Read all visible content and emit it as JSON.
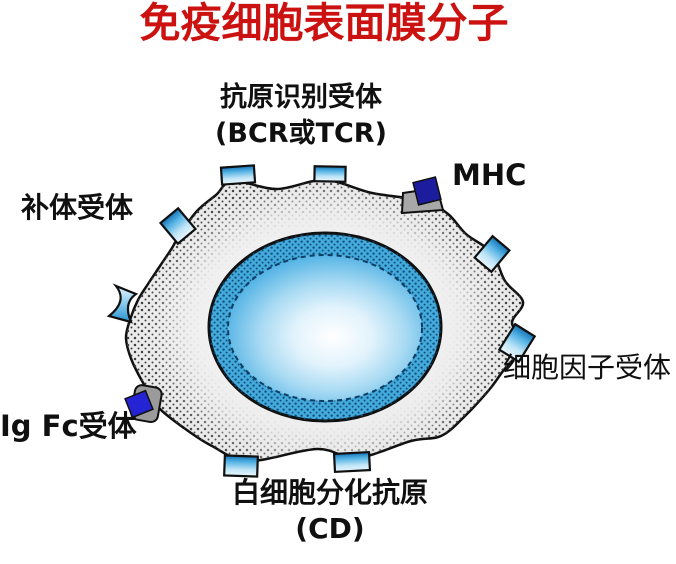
{
  "title": {
    "text": "免疫细胞表面膜分子",
    "color": "#cc1111"
  },
  "labels": {
    "antigen_receptor_line1": "抗原识别受体",
    "antigen_receptor_line2": "(BCR或TCR)",
    "mhc": "MHC",
    "complement_receptor": "补体受体",
    "cytokine_receptor": "细胞因子受体",
    "ig_fc_receptor": "Ig Fc受体",
    "cd_line1": "白细胞分化抗原",
    "cd_line2": "(CD)"
  },
  "colors": {
    "title_red": "#cc1111",
    "text_black": "#101010",
    "membrane_gray": "#e9e9e9",
    "nucleus_band_blue": "#44aadb",
    "nucleus_center_white": "#ffffff",
    "nucleus_rim_blue": "#2f9ed7",
    "receptor_blue_dark": "#1474b6",
    "receptor_blue_light": "#eaf6fd",
    "mhc_square_navy": "#1c1c9e",
    "ig_fc_square_blue": "#2424d4",
    "pedestal_gray": "#a0a0a0"
  },
  "diagram": {
    "type": "cell-surface-diagram",
    "cell": "immune-cell",
    "parts": [
      "cell-membrane",
      "cytoplasm",
      "nucleus",
      "surface-receptors",
      "mhc-molecule",
      "ig-fc-receptor-molecule"
    ]
  }
}
